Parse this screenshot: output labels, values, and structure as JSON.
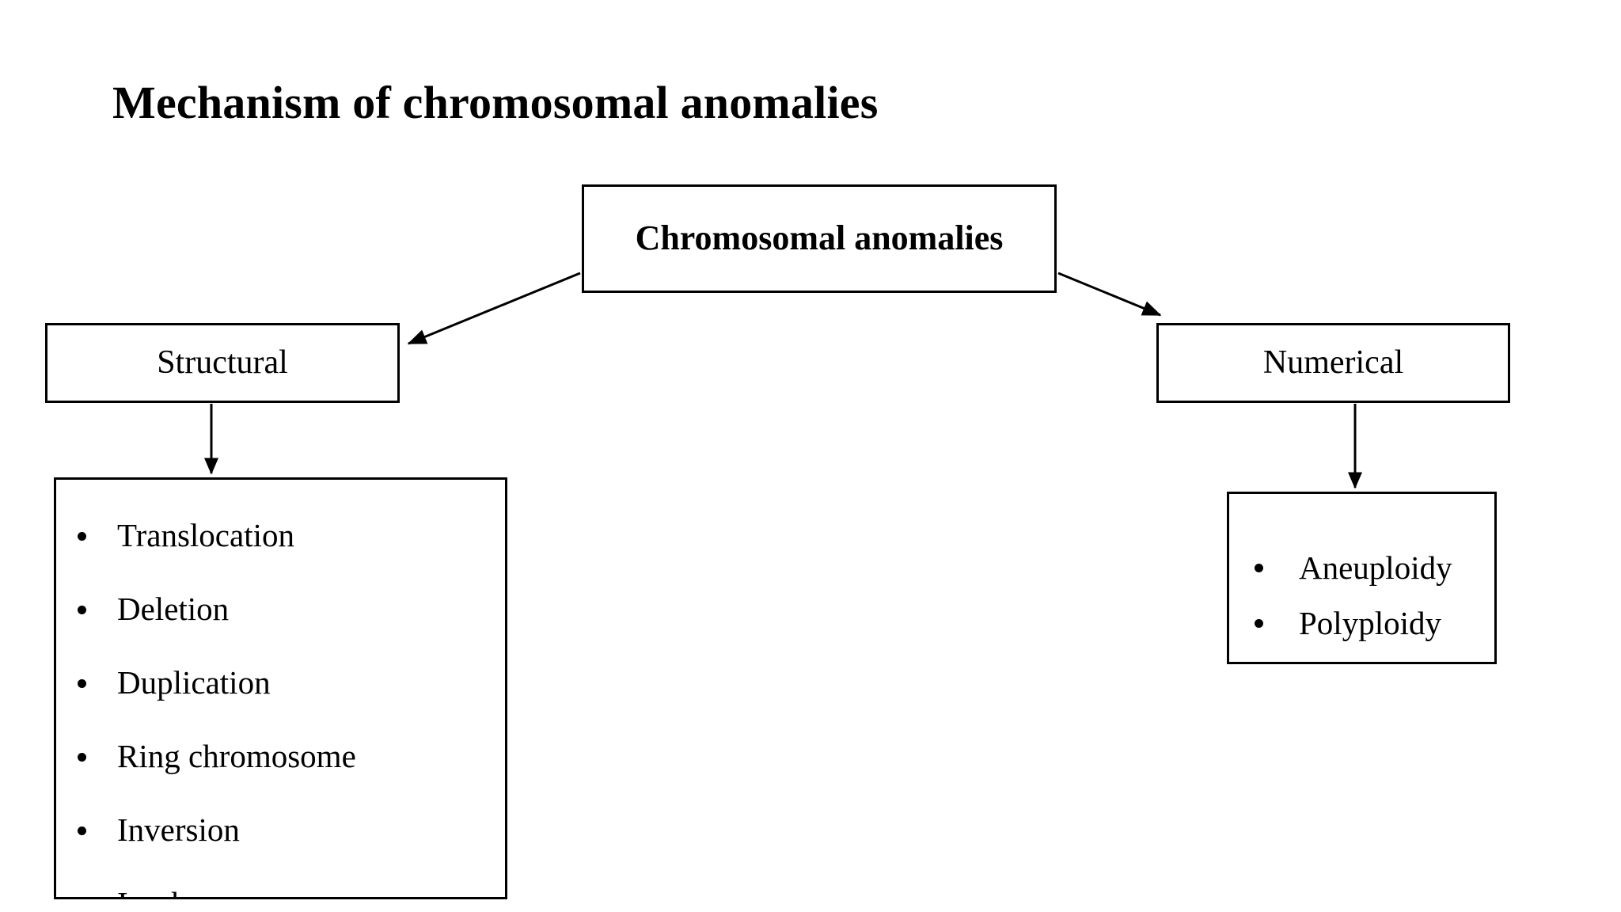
{
  "slide": {
    "title": "Mechanism of chromosomal anomalies",
    "background_color": "#ffffff",
    "text_color": "#000000",
    "line_color": "#000000"
  },
  "diagram": {
    "type": "hierarchy-flowchart",
    "root": {
      "label": "Chromosomal anomalies",
      "bold": true
    },
    "branches": [
      {
        "label": "Structural",
        "items": [
          "Translocation",
          "Deletion",
          "Duplication",
          "Ring chromosome",
          "Inversion",
          "Isochromosome"
        ]
      },
      {
        "label": "Numerical",
        "items": [
          "Aneuploidy",
          "Polyploidy"
        ]
      }
    ],
    "connectors": [
      {
        "from": "root",
        "to": "structural",
        "style": "diagonal-arrow"
      },
      {
        "from": "root",
        "to": "numerical",
        "style": "diagonal-arrow"
      },
      {
        "from": "structural",
        "to": "structural-list",
        "style": "vertical-arrow"
      },
      {
        "from": "numerical",
        "to": "numerical-list",
        "style": "vertical-arrow"
      }
    ]
  }
}
